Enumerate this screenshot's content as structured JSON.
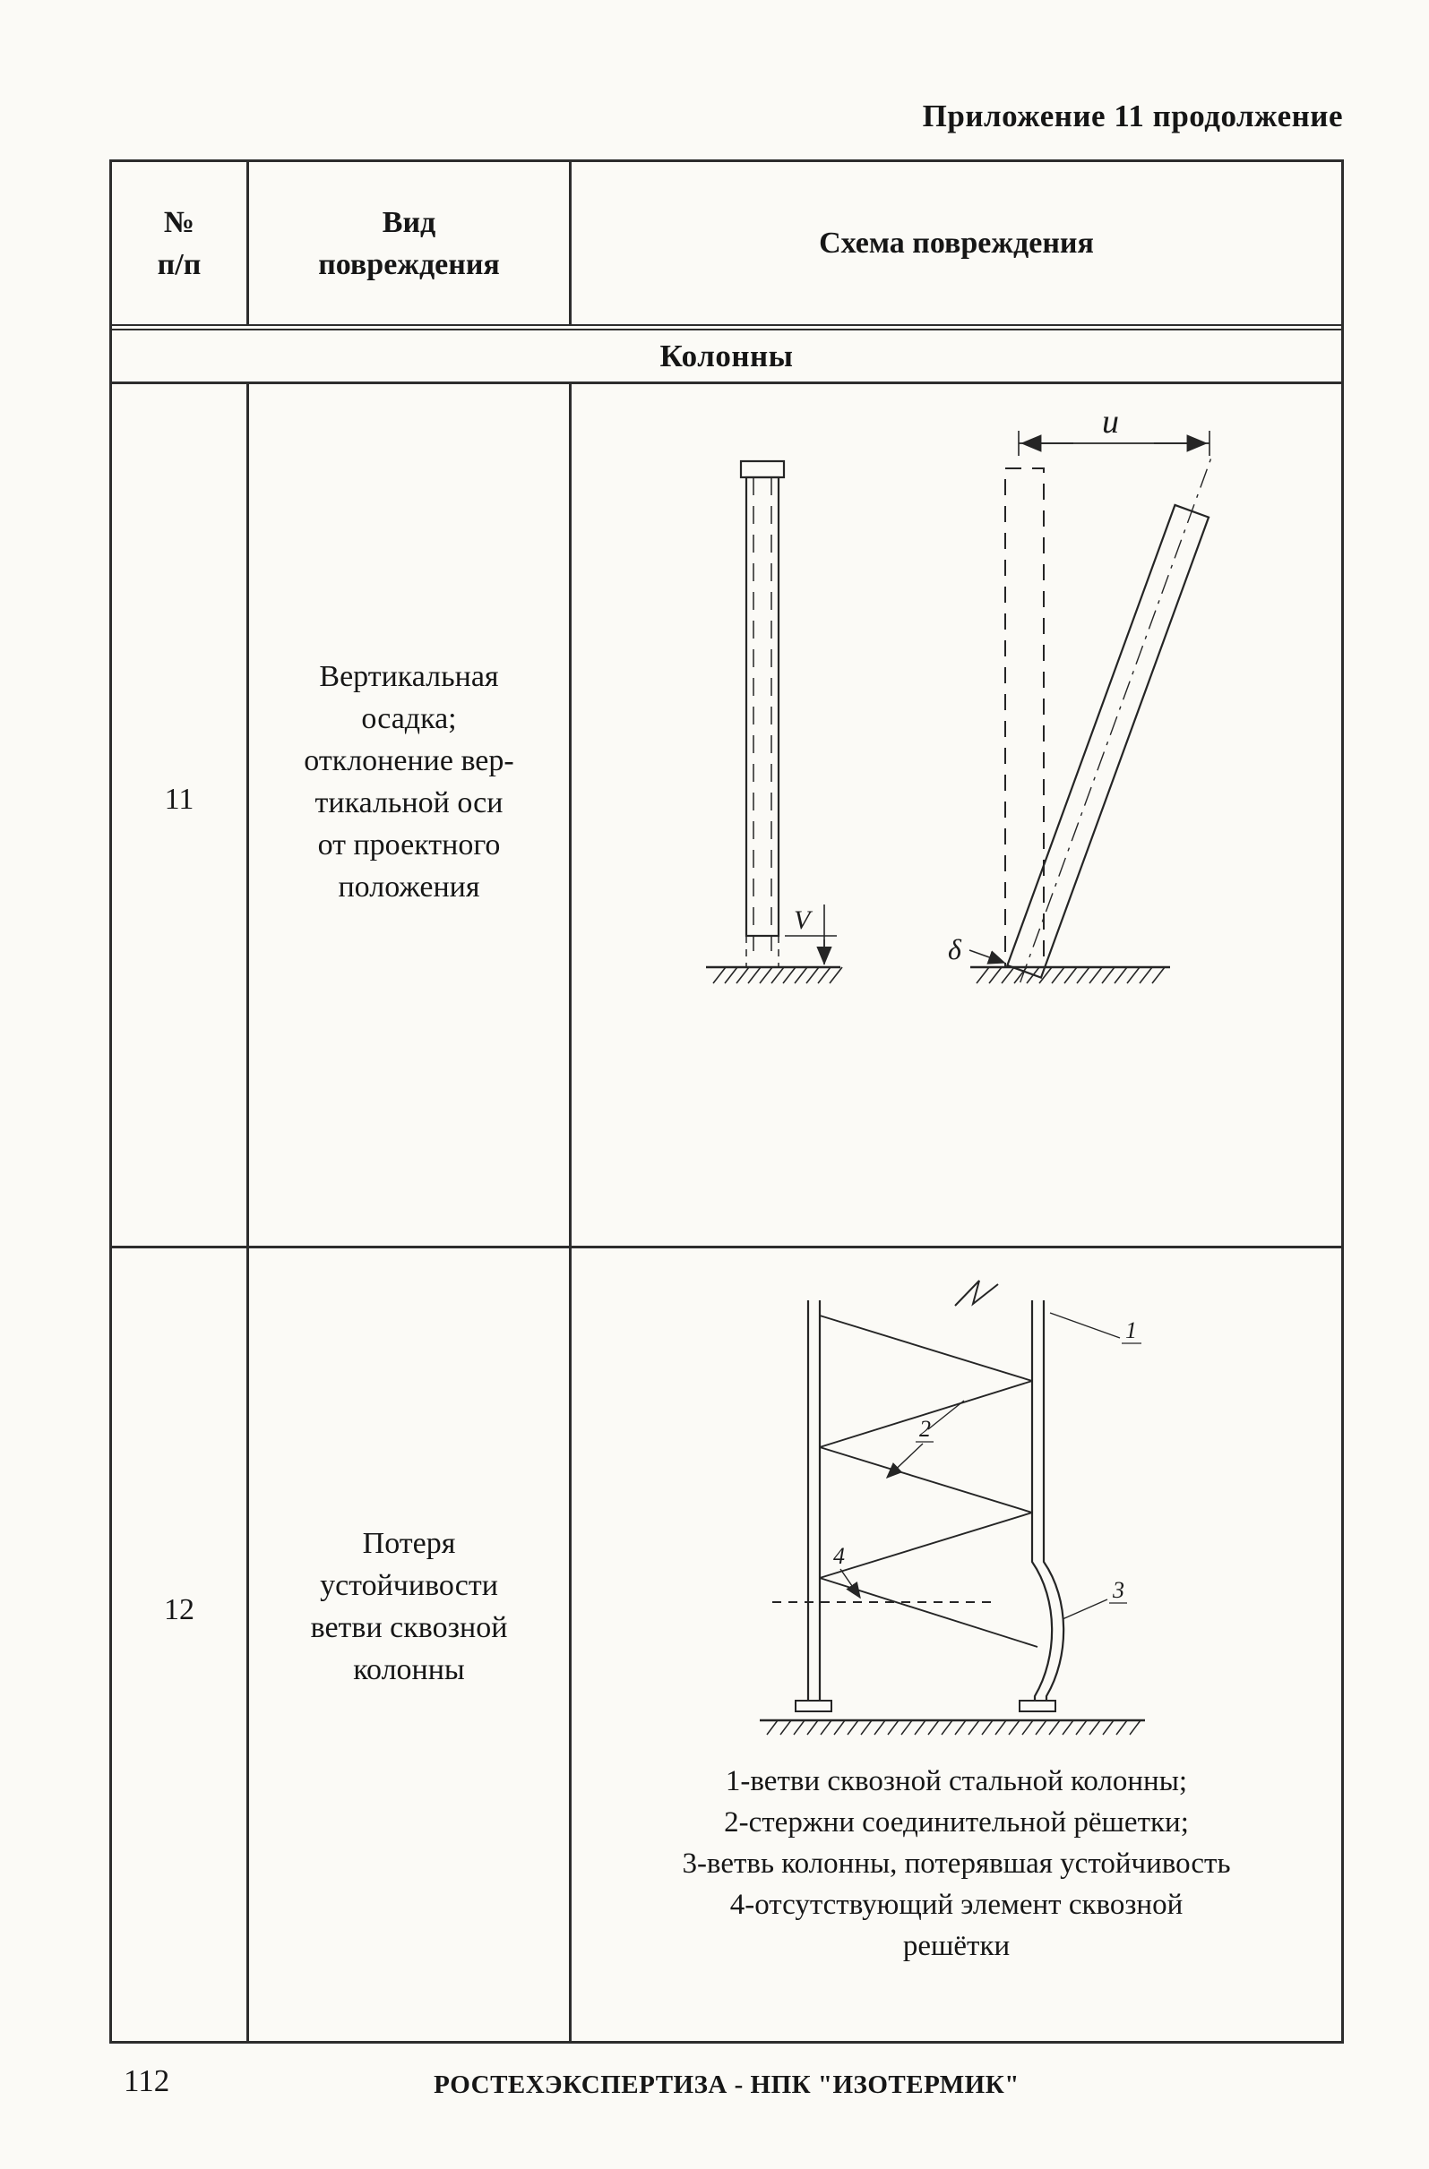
{
  "page": {
    "header": "Приложение 11 продолжение",
    "footer": {
      "page_number": "112",
      "organization": "РОСТЕХЭКСПЕРТИЗА - НПК \"ИЗОТЕРМИК\""
    }
  },
  "table": {
    "headers": {
      "num_line1": "№",
      "num_line2": "п/п",
      "damage_line1": "Вид",
      "damage_line2": "повреждения",
      "scheme": "Схема повреждения"
    },
    "section_title": "Колонны",
    "row11": {
      "num": "11",
      "damage_lines": [
        "Вертикальная",
        "осадка;",
        "отклонение вер-",
        "тикальной оси",
        "от проектного",
        "положения"
      ],
      "diagram": {
        "dim_u": "u",
        "dim_v": "V",
        "dim_delta": "δ"
      }
    },
    "row12": {
      "num": "12",
      "damage_lines": [
        "Потеря",
        "устойчивости",
        "ветви сквозной",
        "колонны"
      ],
      "diagram": {
        "label_1": "1",
        "label_2": "2",
        "label_3": "3",
        "label_4": "4"
      },
      "caption_lines": [
        "1-ветви сквозной стальной колонны;",
        "2-стержни соединительной рёшетки;",
        "3-ветвь колонны, потерявшая устойчивость",
        "4-отсутствующий элемент сквозной",
        "решётки"
      ]
    }
  }
}
